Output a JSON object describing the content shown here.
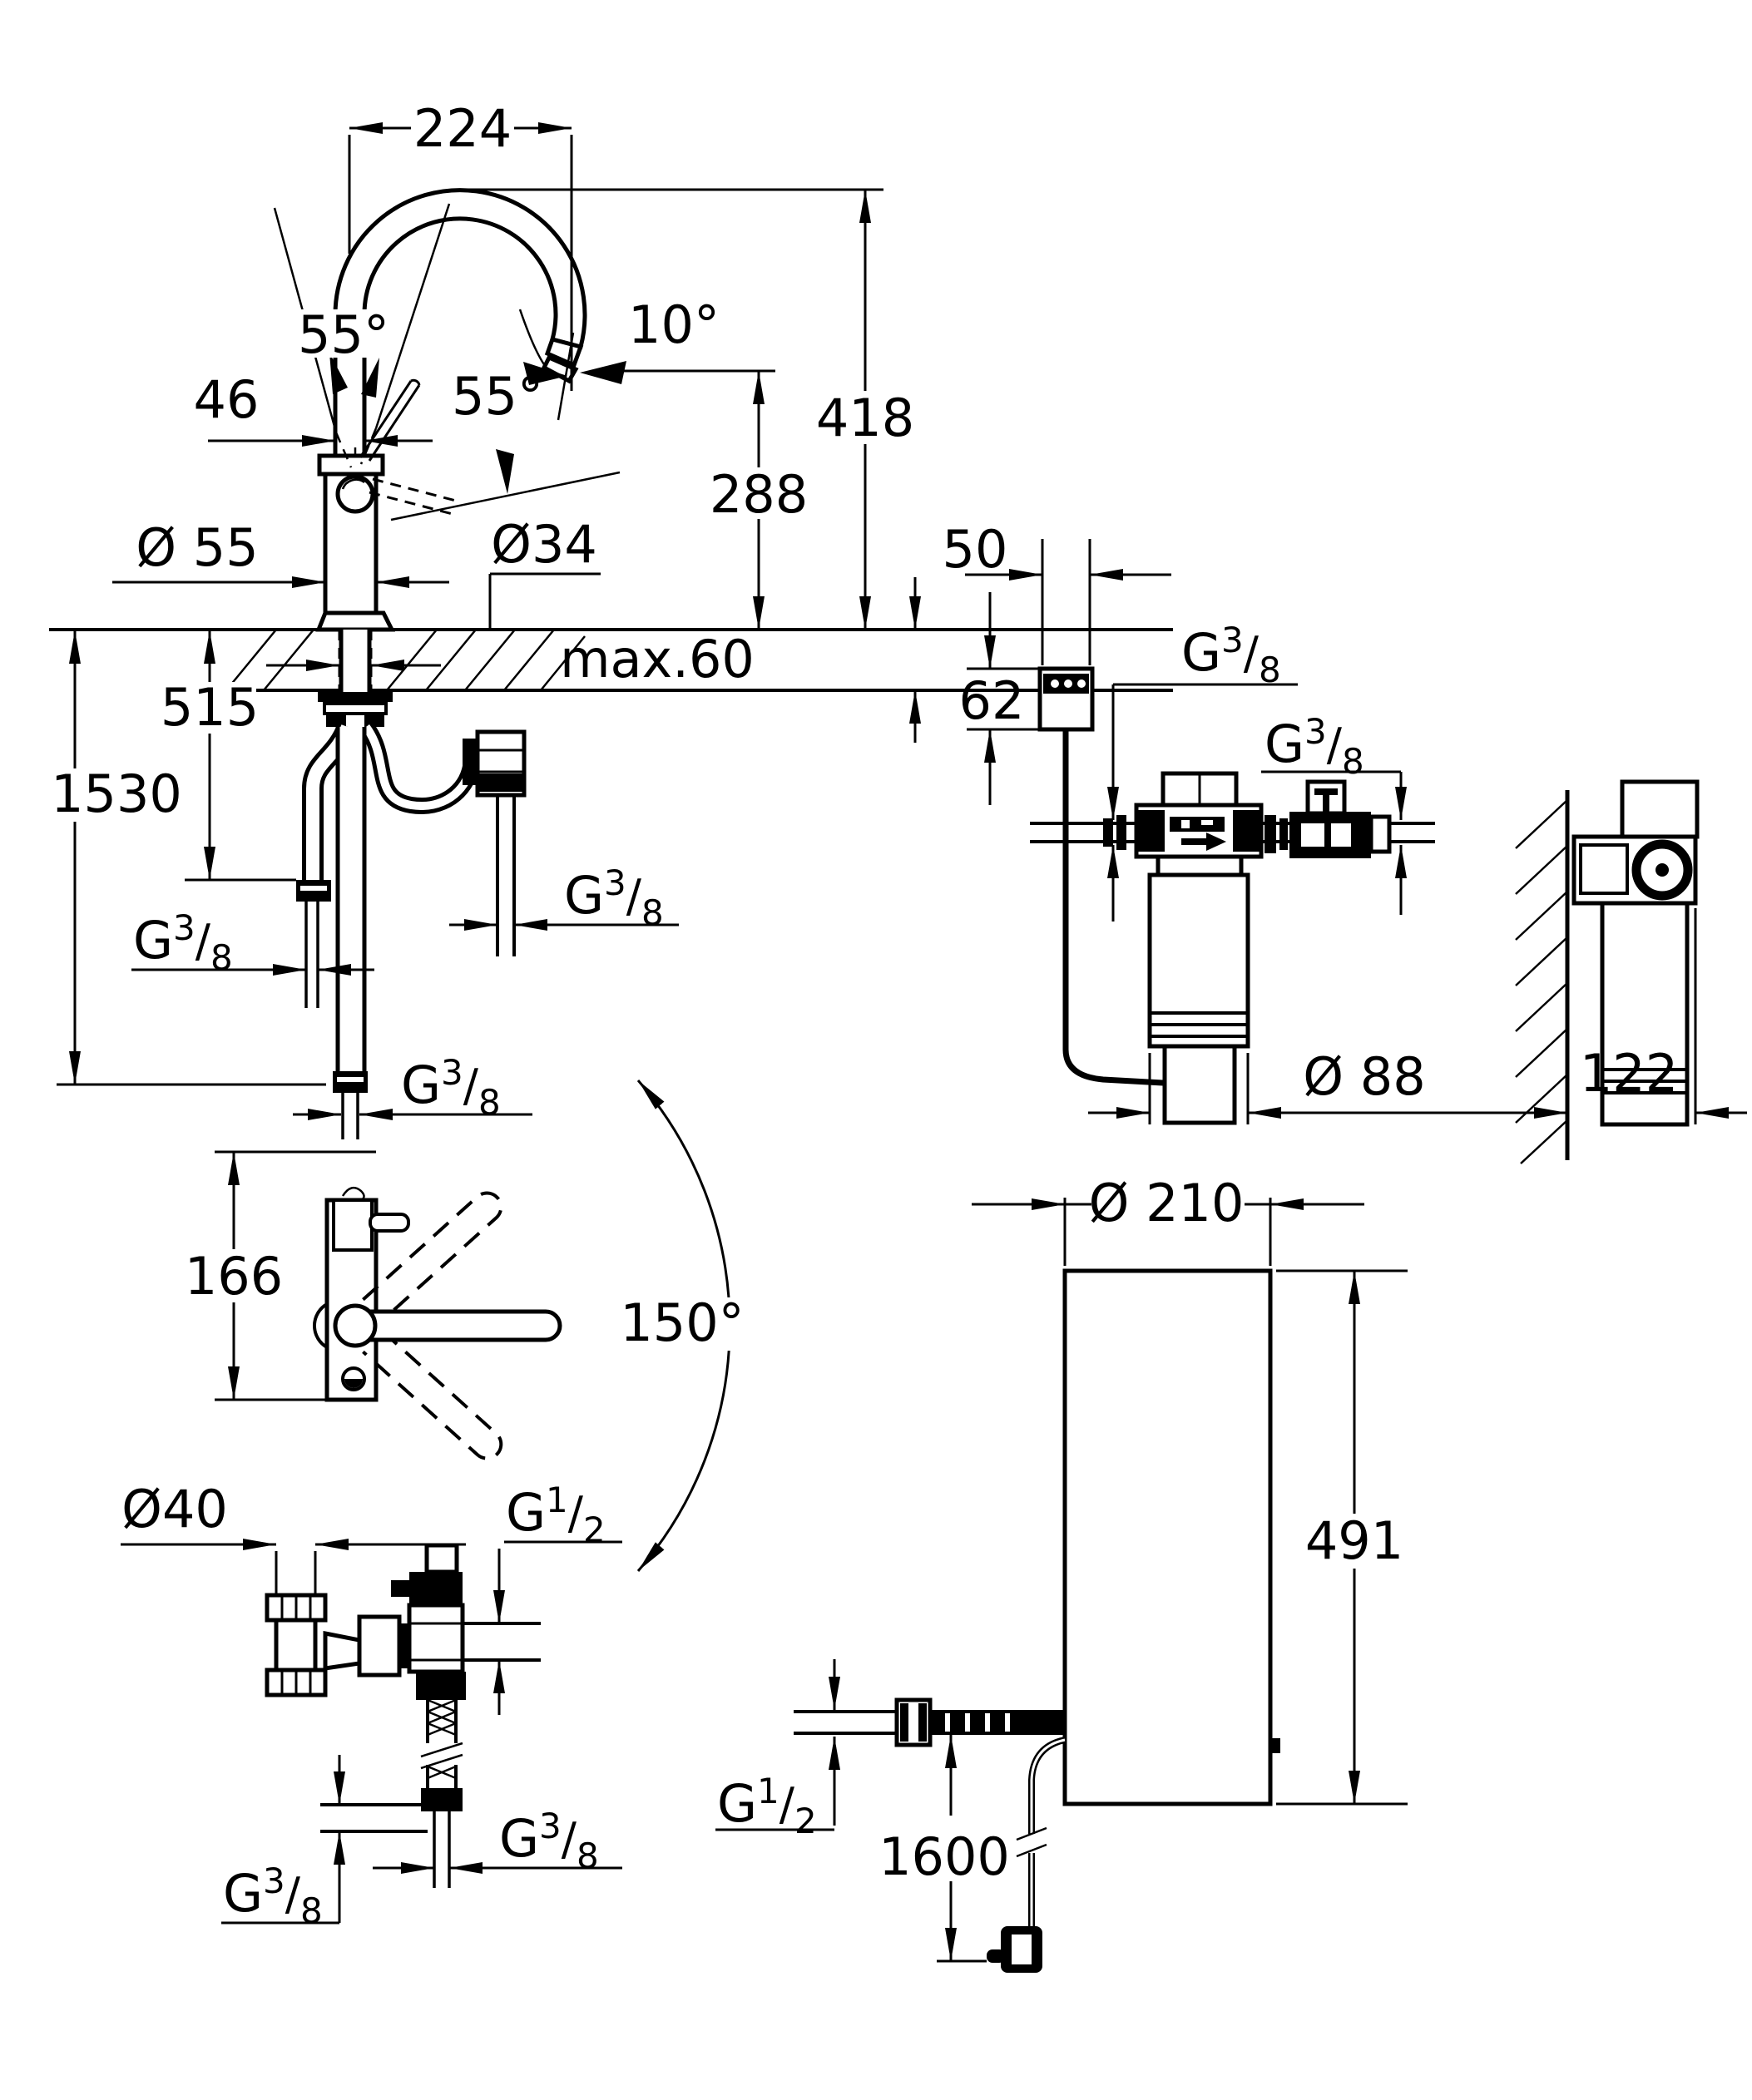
{
  "colors": {
    "line": "#000000",
    "background": "#ffffff"
  },
  "threads": {
    "g38": {
      "letter": "G",
      "numerator": "3",
      "slash": "/",
      "denominator": "8"
    },
    "g12": {
      "letter": "G",
      "numerator": "1",
      "slash": "/",
      "denominator": "2"
    }
  },
  "faucet_front": {
    "spout_reach": "224",
    "total_height": "418",
    "outlet_height": "288",
    "outlet_angle": "10°",
    "lever_angle_up": "55°",
    "lever_angle_side": "55°",
    "neck_width": "46",
    "body_diameter": "Ø 55",
    "hole_diameter": "Ø34",
    "max_deck_thickness": "max.60",
    "supply_hose_length": "515",
    "hose_overall_length": "1530"
  },
  "filter_front": {
    "box_width": "50",
    "box_height": "62",
    "cartridge_diameter": "Ø 88"
  },
  "filter_side": {
    "depth": "122"
  },
  "top_view": {
    "base_depth": "166",
    "swivel_angle": "150°"
  },
  "connections": {
    "trap_diameter": "Ø40"
  },
  "cooler": {
    "diameter": "Ø 210",
    "height": "491",
    "cable_length": "1600"
  },
  "icons": {
    "flow_direction": "arrow-right"
  }
}
